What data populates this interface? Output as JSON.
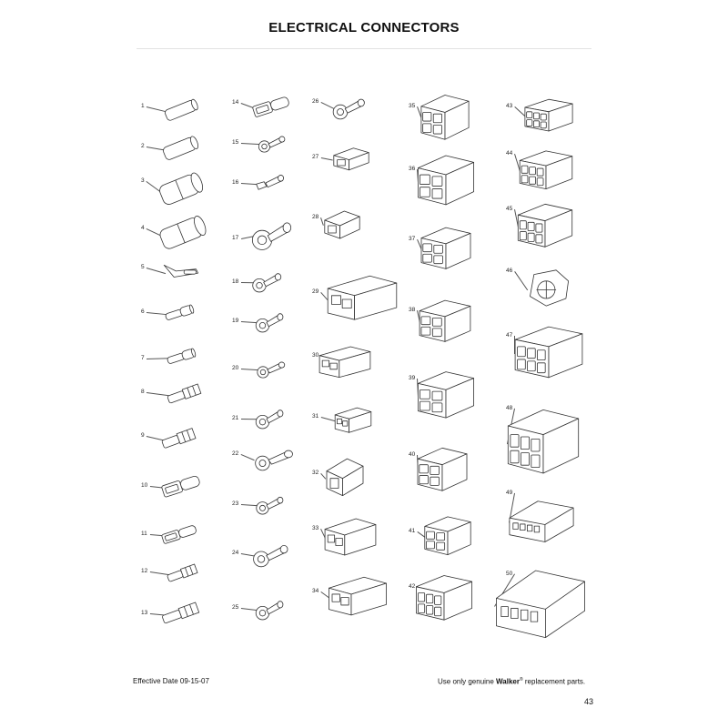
{
  "page": {
    "title": "ELECTRICAL CONNECTORS",
    "footer_left": "Effective Date 09-15-07",
    "footer_right_pre": "Use only genuine ",
    "footer_right_brand": "Walker",
    "footer_right_reg": "®",
    "footer_right_post": " replacement parts.",
    "page_number": "43"
  },
  "parts": [
    {
      "num": "1",
      "icon": "butt-connector-icon"
    },
    {
      "num": "2",
      "icon": "butt-connector-icon"
    },
    {
      "num": "3",
      "icon": "heat-shrink-butt-connector-icon"
    },
    {
      "num": "4",
      "icon": "heat-shrink-butt-connector-icon"
    },
    {
      "num": "5",
      "icon": "flag-terminal-icon"
    },
    {
      "num": "6",
      "icon": "bullet-connector-icon"
    },
    {
      "num": "7",
      "icon": "bullet-connector-icon"
    },
    {
      "num": "8",
      "icon": "open-barrel-terminal-icon"
    },
    {
      "num": "9",
      "icon": "female-spade-terminal-icon"
    },
    {
      "num": "10",
      "icon": "insulated-female-disconnect-icon"
    },
    {
      "num": "11",
      "icon": "insulated-female-disconnect-icon"
    },
    {
      "num": "12",
      "icon": "open-barrel-terminal-icon"
    },
    {
      "num": "13",
      "icon": "pin-terminal-icon"
    },
    {
      "num": "14",
      "icon": "insulated-female-disconnect-icon"
    },
    {
      "num": "15",
      "icon": "ring-terminal-icon"
    },
    {
      "num": "16",
      "icon": "spade-terminal-icon"
    },
    {
      "num": "17",
      "icon": "ring-terminal-icon"
    },
    {
      "num": "18",
      "icon": "ring-terminal-icon"
    },
    {
      "num": "19",
      "icon": "ring-terminal-icon"
    },
    {
      "num": "20",
      "icon": "ring-terminal-icon"
    },
    {
      "num": "21",
      "icon": "ring-terminal-icon"
    },
    {
      "num": "22",
      "icon": "ring-terminal-icon"
    },
    {
      "num": "23",
      "icon": "ring-terminal-icon"
    },
    {
      "num": "24",
      "icon": "ring-terminal-icon"
    },
    {
      "num": "25",
      "icon": "ring-terminal-icon"
    },
    {
      "num": "26",
      "icon": "ring-terminal-icon"
    },
    {
      "num": "27",
      "icon": "one-way-housing-icon"
    },
    {
      "num": "28",
      "icon": "one-way-housing-icon"
    },
    {
      "num": "29",
      "icon": "two-way-housing-icon"
    },
    {
      "num": "30",
      "icon": "two-way-housing-icon"
    },
    {
      "num": "31",
      "icon": "two-way-housing-icon"
    },
    {
      "num": "32",
      "icon": "one-way-housing-icon"
    },
    {
      "num": "33",
      "icon": "two-way-housing-icon"
    },
    {
      "num": "34",
      "icon": "two-way-housing-icon"
    },
    {
      "num": "35",
      "icon": "four-way-housing-icon"
    },
    {
      "num": "36",
      "icon": "four-way-housing-icon"
    },
    {
      "num": "37",
      "icon": "four-way-housing-icon"
    },
    {
      "num": "38",
      "icon": "four-way-housing-icon"
    },
    {
      "num": "39",
      "icon": "four-way-housing-icon"
    },
    {
      "num": "40",
      "icon": "four-way-housing-icon"
    },
    {
      "num": "41",
      "icon": "four-way-housing-icon"
    },
    {
      "num": "42",
      "icon": "six-way-housing-icon"
    },
    {
      "num": "43",
      "icon": "multi-way-housing-icon"
    },
    {
      "num": "44",
      "icon": "multi-way-housing-icon"
    },
    {
      "num": "45",
      "icon": "six-way-housing-icon"
    },
    {
      "num": "46",
      "icon": "round-housing-icon"
    },
    {
      "num": "47",
      "icon": "multi-way-housing-icon"
    },
    {
      "num": "48",
      "icon": "multi-way-housing-icon"
    },
    {
      "num": "49",
      "icon": "sealed-housing-icon"
    },
    {
      "num": "50",
      "icon": "sealed-housing-icon"
    }
  ]
}
